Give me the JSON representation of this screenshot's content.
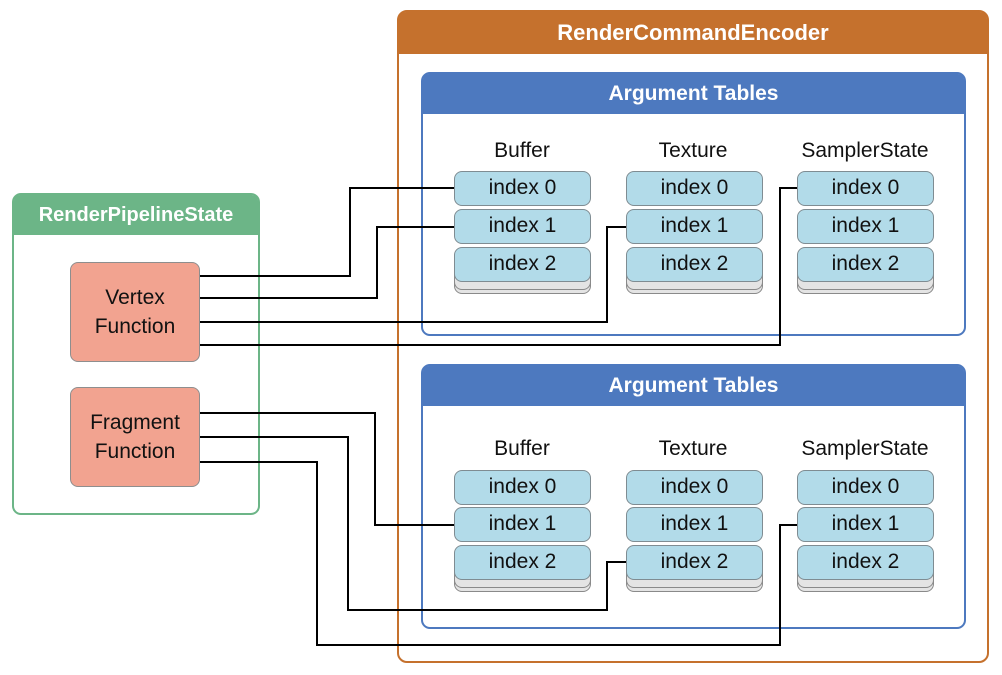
{
  "encoder": {
    "title": "RenderCommandEncoder"
  },
  "pipeline": {
    "title": "RenderPipelineState"
  },
  "functions": {
    "vertex": {
      "line1": "Vertex",
      "line2": "Function"
    },
    "fragment": {
      "line1": "Fragment",
      "line2": "Function"
    }
  },
  "argument_tables": [
    {
      "title": "Argument Tables",
      "columns": [
        {
          "label": "Buffer",
          "slots": [
            "index 0",
            "index 1",
            "index 2"
          ]
        },
        {
          "label": "Texture",
          "slots": [
            "index 0",
            "index 1",
            "index 2"
          ]
        },
        {
          "label": "SamplerState",
          "slots": [
            "index 0",
            "index 1",
            "index 2"
          ]
        }
      ]
    },
    {
      "title": "Argument Tables",
      "columns": [
        {
          "label": "Buffer",
          "slots": [
            "index 0",
            "index 1",
            "index 2"
          ]
        },
        {
          "label": "Texture",
          "slots": [
            "index 0",
            "index 1",
            "index 2"
          ]
        },
        {
          "label": "SamplerState",
          "slots": [
            "index 0",
            "index 1",
            "index 2"
          ]
        }
      ]
    }
  ],
  "colors": {
    "encoder": "#c5712d",
    "argument_table": "#4d79bf",
    "pipeline": "#6cb587",
    "function_box": "#f2a390",
    "slot": "#b2dbe9",
    "wire": "#000000"
  }
}
